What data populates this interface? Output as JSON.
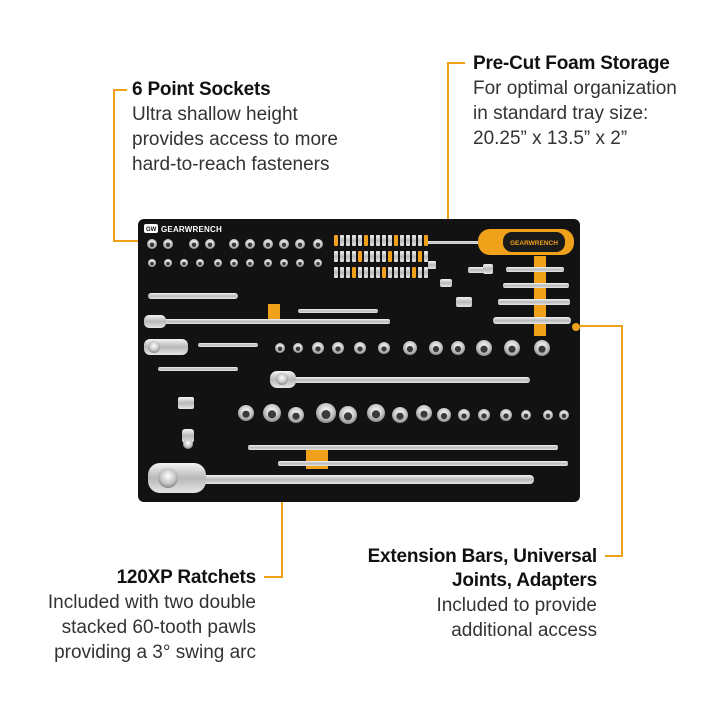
{
  "callouts": {
    "sockets": {
      "title": "6 Point Sockets",
      "lines": [
        "Ultra shallow height",
        "provides access to more",
        "hard-to-reach fasteners"
      ]
    },
    "foam": {
      "title": "Pre-Cut Foam Storage",
      "lines": [
        "For optimal organization",
        "in standard tray size:",
        "20.25” x 13.5” x 2”"
      ]
    },
    "ratchets": {
      "title": "120XP Ratchets",
      "lines": [
        "Included with two double",
        "stacked 60-tooth pawls",
        "providing a 3° swing arc"
      ]
    },
    "bars": {
      "title_lines": [
        "Extension Bars, Universal",
        "Joints, Adapters"
      ],
      "lines": [
        "Included to provide",
        "additional access"
      ]
    }
  },
  "tray": {
    "brand": "GEARWRENCH",
    "handle_brand": "GEARWRENCH",
    "logo": "GW",
    "foam_color": "#121212",
    "accent_color": "#f0a11a"
  },
  "colors": {
    "accent": "#f0a11a",
    "chrome": "#d9d9d9",
    "foam": "#121212"
  }
}
